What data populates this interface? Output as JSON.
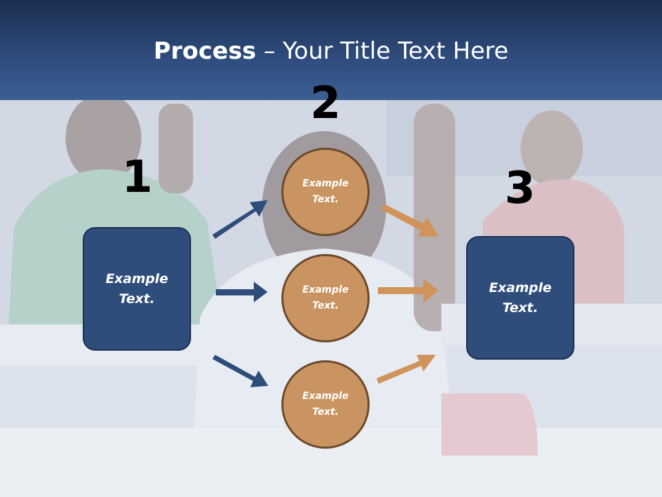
{
  "slide": {
    "title_bold": "Process",
    "title_rest": " – Your Title Text Here"
  },
  "steps": {
    "step1_number": "1",
    "step2_number": "2",
    "step3_number": "3"
  },
  "left_box": {
    "text": "Example\nText."
  },
  "right_box": {
    "text": "Example\nText."
  },
  "circles": [
    {
      "text": "Example\nText."
    },
    {
      "text": "Example\nText."
    },
    {
      "text": "Example\nText."
    }
  ],
  "colors": {
    "box_fill": "#2e4d7b",
    "circle_fill": "#c99461",
    "arrow_blue": "#2e4d7b",
    "arrow_orange": "#d0935a",
    "title_bar": "#2f4d7e"
  }
}
